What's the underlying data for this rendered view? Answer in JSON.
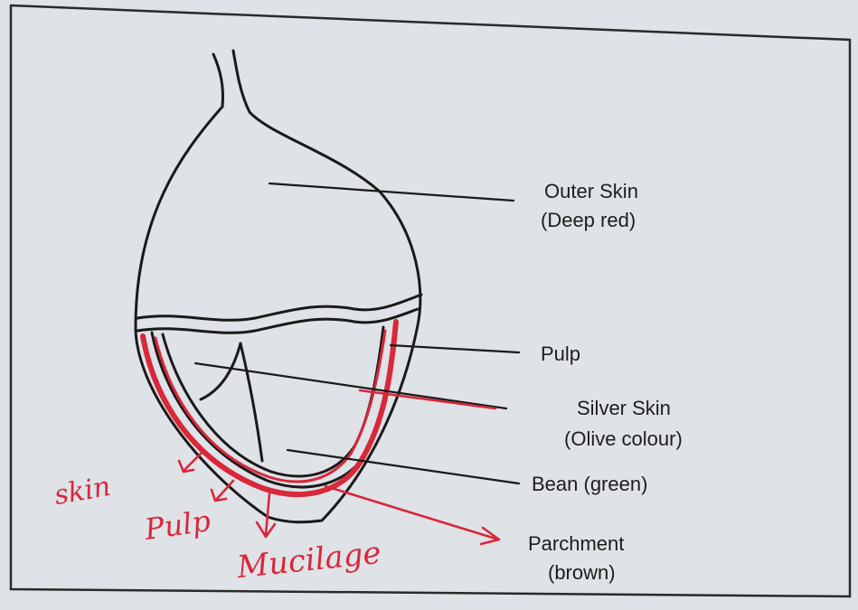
{
  "labels": {
    "outer_skin": "Outer Skin",
    "outer_skin_note": "(Deep red)",
    "pulp": "Pulp",
    "silver_skin": "Silver Skin",
    "silver_skin_note": "(Olive colour)",
    "bean": "Bean (green)",
    "parchment": "Parchment",
    "parchment_note": "(brown)"
  },
  "handwritten": {
    "skin": "skin",
    "pulp": "Pulp",
    "mucilage": "Mucilage"
  },
  "colors": {
    "ink": "#1a1a1a",
    "annotation_red": "#d8283a",
    "paper": "#dfe2e7"
  }
}
